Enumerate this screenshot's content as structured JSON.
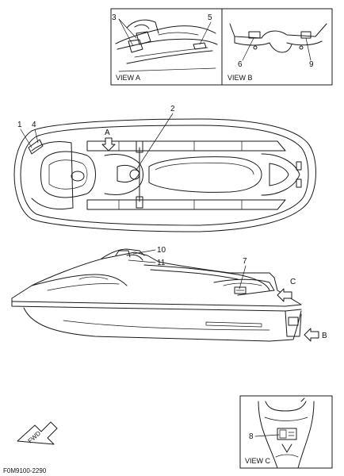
{
  "views": {
    "view_a": "VIEW A",
    "view_b": "VIEW B",
    "view_c": "VIEW C"
  },
  "callouts": {
    "c1": "1",
    "c2": "2",
    "c3": "3",
    "c4": "4",
    "c5": "5",
    "c6": "6",
    "c7": "7",
    "c8": "8",
    "c9": "9",
    "c10": "10",
    "c11": "11"
  },
  "arrows": {
    "a": "A",
    "b": "B",
    "c": "C"
  },
  "fwd_label": "FWD",
  "figure_code": "F0M9100-2290"
}
